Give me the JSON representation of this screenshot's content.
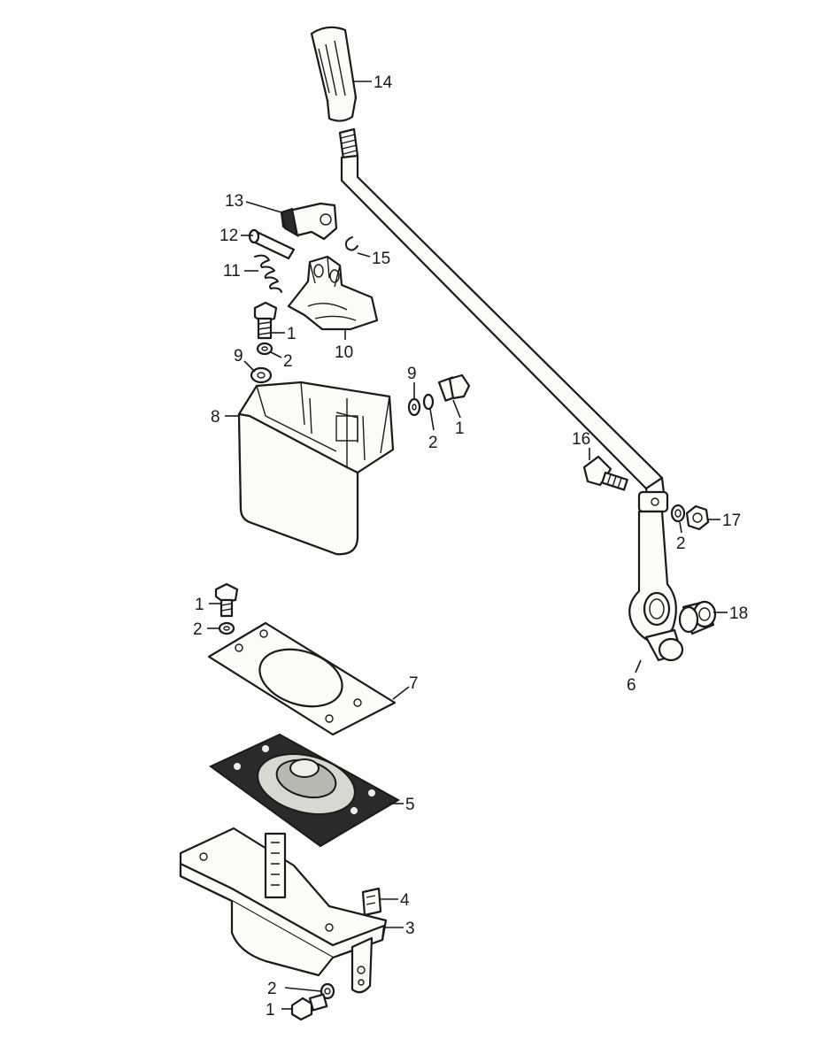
{
  "callouts": [
    {
      "id": "c14",
      "text": "14"
    },
    {
      "id": "c13",
      "text": "13"
    },
    {
      "id": "c12",
      "text": "12"
    },
    {
      "id": "c15",
      "text": "15"
    },
    {
      "id": "c11",
      "text": "11"
    },
    {
      "id": "c10",
      "text": "10"
    },
    {
      "id": "c1a",
      "text": "1"
    },
    {
      "id": "c2a",
      "text": "2"
    },
    {
      "id": "c9a",
      "text": "9"
    },
    {
      "id": "c9b",
      "text": "9"
    },
    {
      "id": "c2b",
      "text": "2"
    },
    {
      "id": "c1b",
      "text": "1"
    },
    {
      "id": "c8",
      "text": "8"
    },
    {
      "id": "c16",
      "text": "16"
    },
    {
      "id": "c17",
      "text": "17"
    },
    {
      "id": "c2c",
      "text": "2"
    },
    {
      "id": "c18",
      "text": "18"
    },
    {
      "id": "c6",
      "text": "6"
    },
    {
      "id": "c1c",
      "text": "1"
    },
    {
      "id": "c2d",
      "text": "2"
    },
    {
      "id": "c7",
      "text": "7"
    },
    {
      "id": "c5",
      "text": "5"
    },
    {
      "id": "c4",
      "text": "4"
    },
    {
      "id": "c3",
      "text": "3"
    },
    {
      "id": "c2e",
      "text": "2"
    },
    {
      "id": "c1d",
      "text": "1"
    }
  ]
}
